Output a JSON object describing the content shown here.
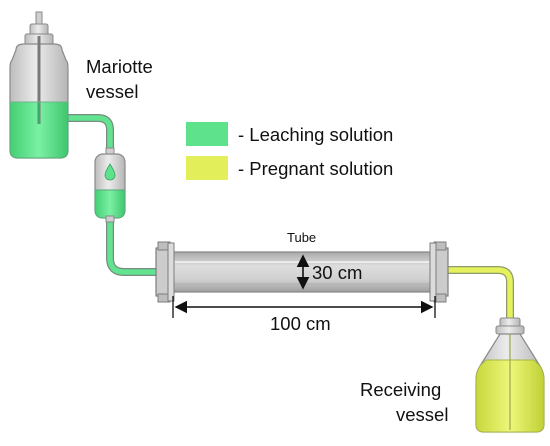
{
  "labels": {
    "mariotte_line1": "Mariotte",
    "mariotte_line2": "vessel",
    "receiving_line1": "Receiving",
    "receiving_line2": "vessel",
    "tube": "Tube",
    "diameter": "30 cm",
    "length": "100 cm"
  },
  "legend": {
    "items": [
      {
        "label": "- Leaching solution",
        "color": "#5ee38c"
      },
      {
        "label": "- Pregnant solution",
        "color": "#e2ef5a"
      }
    ]
  },
  "colors": {
    "leaching": "#5ee38c",
    "pregnant": "#e2ef5a",
    "glass": "#d2d2d2",
    "tube_body": "#c4c4c4",
    "outline": "#8a8a8a"
  }
}
